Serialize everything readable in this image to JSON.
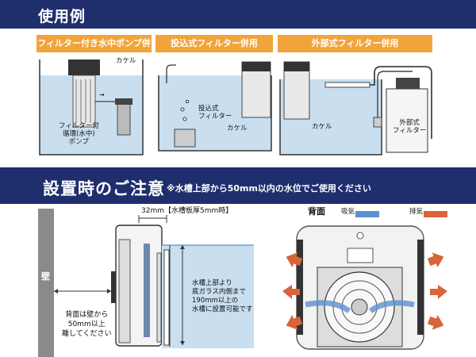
{
  "usage": {
    "title": "使用例",
    "tabs": [
      "フィルター付き水中ポンプ併用",
      "投込式フィルター併用",
      "外部式フィルター併用"
    ],
    "panel1": {
      "cooler": "カケル",
      "pump": "フィルター付\n循環(水中)\nポンプ"
    },
    "panel2": {
      "filter": "投込式\nフィルター",
      "cooler": "カケル"
    },
    "panel3": {
      "cooler": "カケル",
      "filter": "外部式\nフィルター"
    }
  },
  "caution": {
    "title": "設置時のご注意",
    "note": "※水槽上部から50mm以内の水位でご使用ください",
    "dimension": "32mm【水槽板厚5mm時】",
    "wall": "壁",
    "wall_note": "背面は壁から\n50mm以上\n離してください",
    "water_note": "水槽上部より\n底ガラス内側まで\n190mm以上の\n水槽に設置可能です",
    "back_label": "背面",
    "intake": "吸気",
    "exhaust": "排気"
  },
  "colors": {
    "header_bg": "#1f2f6e",
    "tab_bg": "#f2a43a",
    "water": "#c9dff0",
    "intake": "#5b8fd1",
    "exhaust": "#d9643a"
  }
}
